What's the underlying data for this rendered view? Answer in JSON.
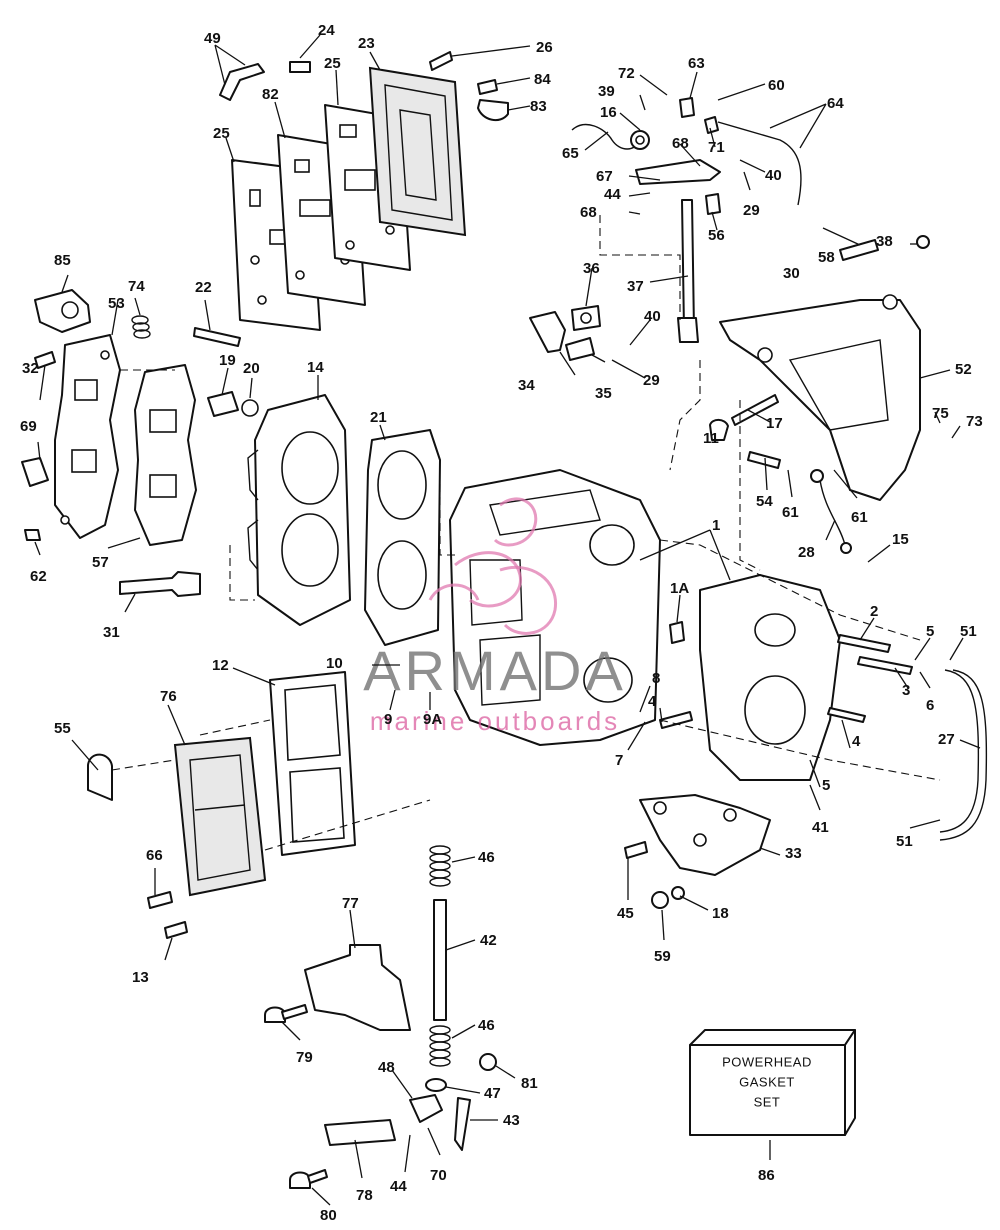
{
  "diagram": {
    "callouts": {
      "c1": "1",
      "c1a": "1A",
      "c2": "2",
      "c3": "3",
      "c4a": "4",
      "c4b": "4",
      "c5a": "5",
      "c5b": "5",
      "c6": "6",
      "c7": "7",
      "c8": "8",
      "c9": "9",
      "c9a": "9A",
      "c10": "10",
      "c11": "11",
      "c12": "12",
      "c13": "13",
      "c14": "14",
      "c15": "15",
      "c16": "16",
      "c17": "17",
      "c18": "18",
      "c19": "19",
      "c20": "20",
      "c21": "21",
      "c22": "22",
      "c23": "23",
      "c24": "24",
      "c25a": "25",
      "c25b": "25",
      "c26": "26",
      "c27": "27",
      "c28": "28",
      "c29a": "29",
      "c29b": "29",
      "c30": "30",
      "c31": "31",
      "c32": "32",
      "c33": "33",
      "c34": "34",
      "c35": "35",
      "c36": "36",
      "c37": "37",
      "c38": "38",
      "c39": "39",
      "c40a": "40",
      "c40b": "40",
      "c41": "41",
      "c42": "42",
      "c43": "43",
      "c44a": "44",
      "c44b": "44",
      "c45": "45",
      "c46a": "46",
      "c46b": "46",
      "c47": "47",
      "c48": "48",
      "c49": "49",
      "c51a": "51",
      "c51b": "51",
      "c52": "52",
      "c53": "53",
      "c54": "54",
      "c55": "55",
      "c56": "56",
      "c57": "57",
      "c58": "58",
      "c59": "59",
      "c60": "60",
      "c61a": "61",
      "c61b": "61",
      "c62": "62",
      "c63": "63",
      "c64": "64",
      "c65": "65",
      "c66": "66",
      "c67": "67",
      "c68a": "68",
      "c68b": "68",
      "c69": "69",
      "c70": "70",
      "c71": "71",
      "c72": "72",
      "c73": "73",
      "c74": "74",
      "c75": "75",
      "c76": "76",
      "c77": "77",
      "c78": "78",
      "c79": "79",
      "c80": "80",
      "c81": "81",
      "c82": "82",
      "c83": "83",
      "c84": "84",
      "c85": "85",
      "c86": "86"
    },
    "gasket_set_box": {
      "line1": "POWERHEAD",
      "line2": "GASKET",
      "line3": "SET"
    },
    "watermark": {
      "brand": "ARMADA",
      "tagline": "marine outboards"
    }
  }
}
